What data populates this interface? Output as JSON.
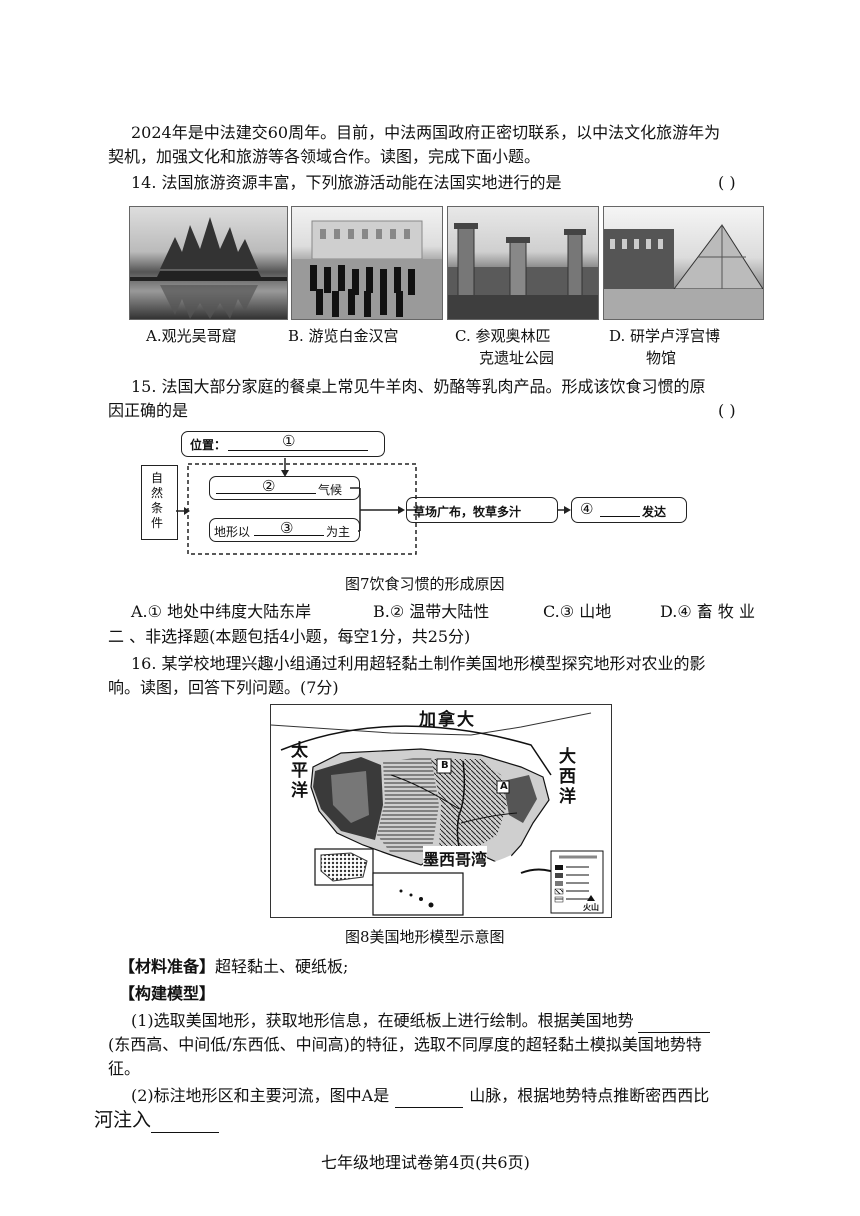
{
  "intro": {
    "line1": "2024年是中法建交60周年。目前，中法两国政府正密切联系，以中法文化旅游年为",
    "line2": "契机，加强文化和旅游等各领域合作。读图，完成下面小题。"
  },
  "q14": {
    "stem": "14. 法国旅游资源丰富，下列旅游活动能在法国实地进行的是",
    "bracket": "(      )",
    "options": {
      "a": "A.观光吴哥窟",
      "b": "B.  游览白金汉宫",
      "c1": "C.  参观奥林匹",
      "c2": "克遗址公园",
      "d1": "D.  研学卢浮宫博",
      "d2": "物馆"
    }
  },
  "q15": {
    "line1": "15.  法国大部分家庭的餐桌上常见牛羊肉、奶酪等乳肉产品。形成该饮食习惯的原",
    "line2": "因正确的是",
    "bracket": "(      )",
    "diagram": {
      "position_label": "位置：",
      "marker1": "①",
      "natural_label": "自然条件",
      "marker2": "②",
      "climate_suffix": "气候",
      "terrain_prefix": "地形以",
      "marker3": "③",
      "terrain_suffix": "为主",
      "grassland": "草场广布，牧草多汁",
      "marker4": "④",
      "developed": "发达"
    },
    "caption": "图7饮食习惯的形成原因",
    "options": {
      "a": "A.①  地处中纬度大陆东岸",
      "b": "B.②  温带大陆性",
      "c": "C.③    山地",
      "d": "D.④ 畜 牧 业"
    }
  },
  "section2": "二 、非选择题(本题包括4小题，每空1分，共25分)",
  "q16": {
    "line1": "16. 某学校地理兴趣小组通过利用超轻黏土制作美国地形模型探究地形对农业的影",
    "line2": "响。读图，回答下列问题。(7分)",
    "map": {
      "canada": "加拿大",
      "pacific1": "太",
      "pacific2": "平",
      "pacific3": "洋",
      "atlantic1": "大",
      "atlantic2": "西",
      "atlantic3": "洋",
      "gulf": "墨西哥湾",
      "label_a": "A",
      "label_b": "B",
      "volcano": "火山"
    },
    "caption": "图8美国地形模型示意图",
    "materials_tag": "【材料准备】",
    "materials_text": "超轻黏土、硬纸板;",
    "build_tag": "【构建模型】",
    "p1_line1": "(1)选取美国地形，获取地形信息，在硬纸板上进行绘制。根据美国地势",
    "p1_line2": "(东西高、中间低/东西低、中间高)的特征，选取不同厚度的超轻黏土模拟美国地势特",
    "p1_line3": "征。",
    "p2_line1a": "(2)标注地形区和主要河流，图中A是",
    "p2_line1b": "山脉，根据地势特点推断密西西比",
    "p2_line2": "河注入"
  },
  "footer": "七年级地理试卷第4页(共6页)"
}
